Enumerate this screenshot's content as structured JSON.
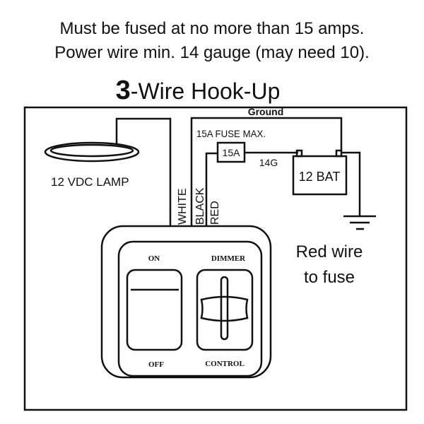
{
  "header": {
    "line1": "Must be fused at no more than 15 amps.",
    "line2": "Power wire min. 14 gauge (may need 10).",
    "title_number": "3",
    "title_rest": "-Wire Hook-Up"
  },
  "diagram": {
    "ground_label": "Ground",
    "fuse_max_label": "15A FUSE MAX.",
    "fuse_label": "15A",
    "gauge_label": "14G",
    "battery_label": "12 BAT",
    "lamp_label": "12 VDC LAMP",
    "wires": [
      "WHITE",
      "BLACK",
      "RED"
    ],
    "note_line1": "Red wire",
    "note_line2": "to fuse"
  },
  "switch": {
    "on_label": "ON",
    "off_label": "OFF",
    "dimmer_label": "DIMMER",
    "control_label": "CONTROL"
  }
}
